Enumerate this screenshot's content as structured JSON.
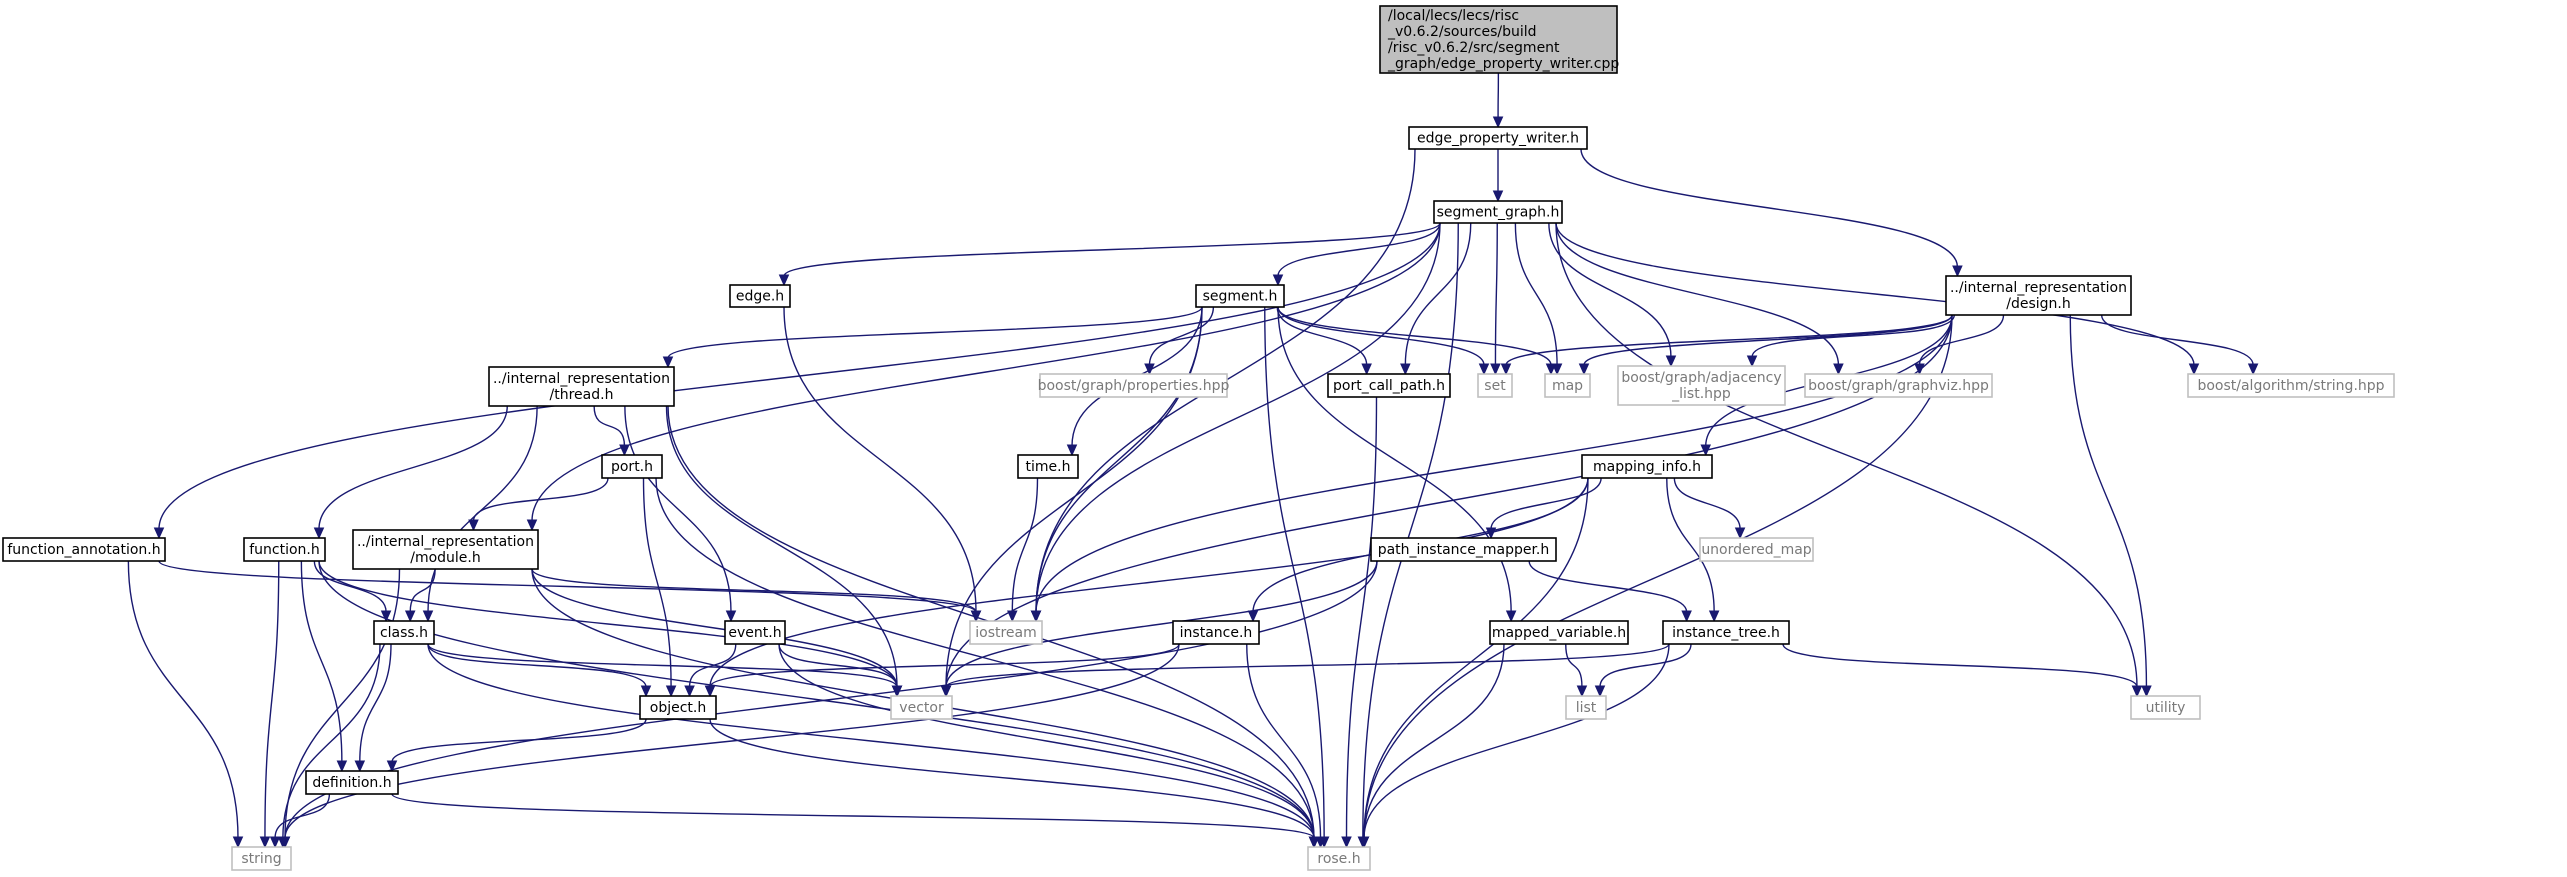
{
  "colors": {
    "edge": "#191970",
    "root_fill": "#bfbfbf",
    "system_border": "#bfbfbf",
    "system_text": "#7a7a7a"
  },
  "nodes": [
    {
      "id": "root",
      "kind": "root",
      "lines": [
        "/local/lecs/lecs/risc",
        "_v0.6.2/sources/build",
        "/risc_v0.6.2/src/segment",
        "_graph/edge_property_writer.cpp"
      ]
    },
    {
      "id": "edge_property_writer",
      "kind": "normal",
      "lines": [
        "edge_property_writer.h"
      ]
    },
    {
      "id": "segment_graph",
      "kind": "normal",
      "lines": [
        "segment_graph.h"
      ]
    },
    {
      "id": "design",
      "kind": "normal",
      "lines": [
        "../internal_representation",
        "/design.h"
      ]
    },
    {
      "id": "edge",
      "kind": "normal",
      "lines": [
        "edge.h"
      ]
    },
    {
      "id": "segment",
      "kind": "normal",
      "lines": [
        "segment.h"
      ]
    },
    {
      "id": "thread",
      "kind": "normal",
      "lines": [
        "../internal_representation",
        "/thread.h"
      ]
    },
    {
      "id": "boost_properties",
      "kind": "sys",
      "lines": [
        "boost/graph/properties.hpp"
      ]
    },
    {
      "id": "port_call_path",
      "kind": "normal",
      "lines": [
        "port_call_path.h"
      ]
    },
    {
      "id": "set",
      "kind": "sys",
      "lines": [
        "set"
      ]
    },
    {
      "id": "map",
      "kind": "sys",
      "lines": [
        "map"
      ]
    },
    {
      "id": "boost_adjacency",
      "kind": "sys",
      "lines": [
        "boost/graph/adjacency",
        "_list.hpp"
      ]
    },
    {
      "id": "boost_graphviz",
      "kind": "sys",
      "lines": [
        "boost/graph/graphviz.hpp"
      ]
    },
    {
      "id": "boost_string",
      "kind": "sys",
      "lines": [
        "boost/algorithm/string.hpp"
      ]
    },
    {
      "id": "time",
      "kind": "normal",
      "lines": [
        "time.h"
      ]
    },
    {
      "id": "port",
      "kind": "normal",
      "lines": [
        "port.h"
      ]
    },
    {
      "id": "mapping_info",
      "kind": "normal",
      "lines": [
        "mapping_info.h"
      ]
    },
    {
      "id": "function_annotation",
      "kind": "normal",
      "lines": [
        "function_annotation.h"
      ]
    },
    {
      "id": "function",
      "kind": "normal",
      "lines": [
        "function.h"
      ]
    },
    {
      "id": "module",
      "kind": "normal",
      "lines": [
        "../internal_representation",
        "/module.h"
      ]
    },
    {
      "id": "path_instance_mapper",
      "kind": "normal",
      "lines": [
        "path_instance_mapper.h"
      ]
    },
    {
      "id": "unordered_map",
      "kind": "sys",
      "lines": [
        "unordered_map"
      ]
    },
    {
      "id": "iostream",
      "kind": "sys",
      "lines": [
        "iostream"
      ]
    },
    {
      "id": "class",
      "kind": "normal",
      "lines": [
        "class.h"
      ]
    },
    {
      "id": "event",
      "kind": "normal",
      "lines": [
        "event.h"
      ]
    },
    {
      "id": "instance",
      "kind": "normal",
      "lines": [
        "instance.h"
      ]
    },
    {
      "id": "mapped_variable",
      "kind": "normal",
      "lines": [
        "mapped_variable.h"
      ]
    },
    {
      "id": "instance_tree",
      "kind": "normal",
      "lines": [
        "instance_tree.h"
      ]
    },
    {
      "id": "vector",
      "kind": "sys",
      "lines": [
        "vector"
      ]
    },
    {
      "id": "object",
      "kind": "normal",
      "lines": [
        "object.h"
      ]
    },
    {
      "id": "list",
      "kind": "sys",
      "lines": [
        "list"
      ]
    },
    {
      "id": "utility",
      "kind": "sys",
      "lines": [
        "utility"
      ]
    },
    {
      "id": "definition",
      "kind": "normal",
      "lines": [
        "definition.h"
      ]
    },
    {
      "id": "string",
      "kind": "sys",
      "lines": [
        "string"
      ]
    },
    {
      "id": "rose",
      "kind": "sys",
      "lines": [
        "rose.h"
      ]
    }
  ],
  "edges": [
    [
      "root",
      "edge_property_writer"
    ],
    [
      "edge_property_writer",
      "segment_graph"
    ],
    [
      "edge_property_writer",
      "design"
    ],
    [
      "edge_property_writer",
      "iostream"
    ],
    [
      "segment_graph",
      "edge"
    ],
    [
      "segment_graph",
      "segment"
    ],
    [
      "segment_graph",
      "port_call_path"
    ],
    [
      "segment_graph",
      "set"
    ],
    [
      "segment_graph",
      "map"
    ],
    [
      "segment_graph",
      "boost_adjacency"
    ],
    [
      "segment_graph",
      "boost_graphviz"
    ],
    [
      "segment_graph",
      "boost_string"
    ],
    [
      "segment_graph",
      "utility"
    ],
    [
      "segment_graph",
      "rose"
    ],
    [
      "segment_graph",
      "function_annotation"
    ],
    [
      "segment_graph",
      "module"
    ],
    [
      "segment_graph",
      "iostream"
    ],
    [
      "design",
      "set"
    ],
    [
      "design",
      "map"
    ],
    [
      "design",
      "boost_adjacency"
    ],
    [
      "design",
      "boost_graphviz"
    ],
    [
      "design",
      "boost_string"
    ],
    [
      "design",
      "mapping_info"
    ],
    [
      "design",
      "utility"
    ],
    [
      "design",
      "rose"
    ],
    [
      "design",
      "iostream"
    ],
    [
      "design",
      "vector"
    ],
    [
      "edge",
      "iostream"
    ],
    [
      "segment",
      "thread"
    ],
    [
      "segment",
      "boost_properties"
    ],
    [
      "segment",
      "port_call_path"
    ],
    [
      "segment",
      "set"
    ],
    [
      "segment",
      "map"
    ],
    [
      "segment",
      "time"
    ],
    [
      "segment",
      "iostream"
    ],
    [
      "segment",
      "vector"
    ],
    [
      "segment",
      "rose"
    ],
    [
      "segment",
      "mapped_variable"
    ],
    [
      "thread",
      "port"
    ],
    [
      "thread",
      "function"
    ],
    [
      "thread",
      "event"
    ],
    [
      "thread",
      "class"
    ],
    [
      "thread",
      "vector"
    ],
    [
      "thread",
      "rose"
    ],
    [
      "port_call_path",
      "rose"
    ],
    [
      "time",
      "iostream"
    ],
    [
      "port",
      "module"
    ],
    [
      "port",
      "object"
    ],
    [
      "port",
      "rose"
    ],
    [
      "mapping_info",
      "path_instance_mapper"
    ],
    [
      "mapping_info",
      "unordered_map"
    ],
    [
      "mapping_info",
      "instance_tree"
    ],
    [
      "mapping_info",
      "instance"
    ],
    [
      "mapping_info",
      "object"
    ],
    [
      "mapping_info",
      "rose"
    ],
    [
      "function_annotation",
      "iostream"
    ],
    [
      "function_annotation",
      "string"
    ],
    [
      "function",
      "class"
    ],
    [
      "function",
      "definition"
    ],
    [
      "function",
      "string"
    ],
    [
      "function",
      "vector"
    ],
    [
      "function",
      "rose"
    ],
    [
      "module",
      "class"
    ],
    [
      "module",
      "iostream"
    ],
    [
      "module",
      "string"
    ],
    [
      "module",
      "vector"
    ],
    [
      "module",
      "rose"
    ],
    [
      "path_instance_mapper",
      "instance_tree"
    ],
    [
      "path_instance_mapper",
      "vector"
    ],
    [
      "path_instance_mapper",
      "string"
    ],
    [
      "class",
      "object"
    ],
    [
      "class",
      "definition"
    ],
    [
      "class",
      "string"
    ],
    [
      "class",
      "vector"
    ],
    [
      "class",
      "rose"
    ],
    [
      "event",
      "object"
    ],
    [
      "event",
      "vector"
    ],
    [
      "event",
      "rose"
    ],
    [
      "instance",
      "object"
    ],
    [
      "instance",
      "string"
    ],
    [
      "instance",
      "rose"
    ],
    [
      "mapped_variable",
      "list"
    ],
    [
      "mapped_variable",
      "rose"
    ],
    [
      "instance_tree",
      "vector"
    ],
    [
      "instance_tree",
      "list"
    ],
    [
      "instance_tree",
      "utility"
    ],
    [
      "instance_tree",
      "rose"
    ],
    [
      "object",
      "definition"
    ],
    [
      "object",
      "rose"
    ],
    [
      "definition",
      "string"
    ],
    [
      "definition",
      "rose"
    ]
  ]
}
